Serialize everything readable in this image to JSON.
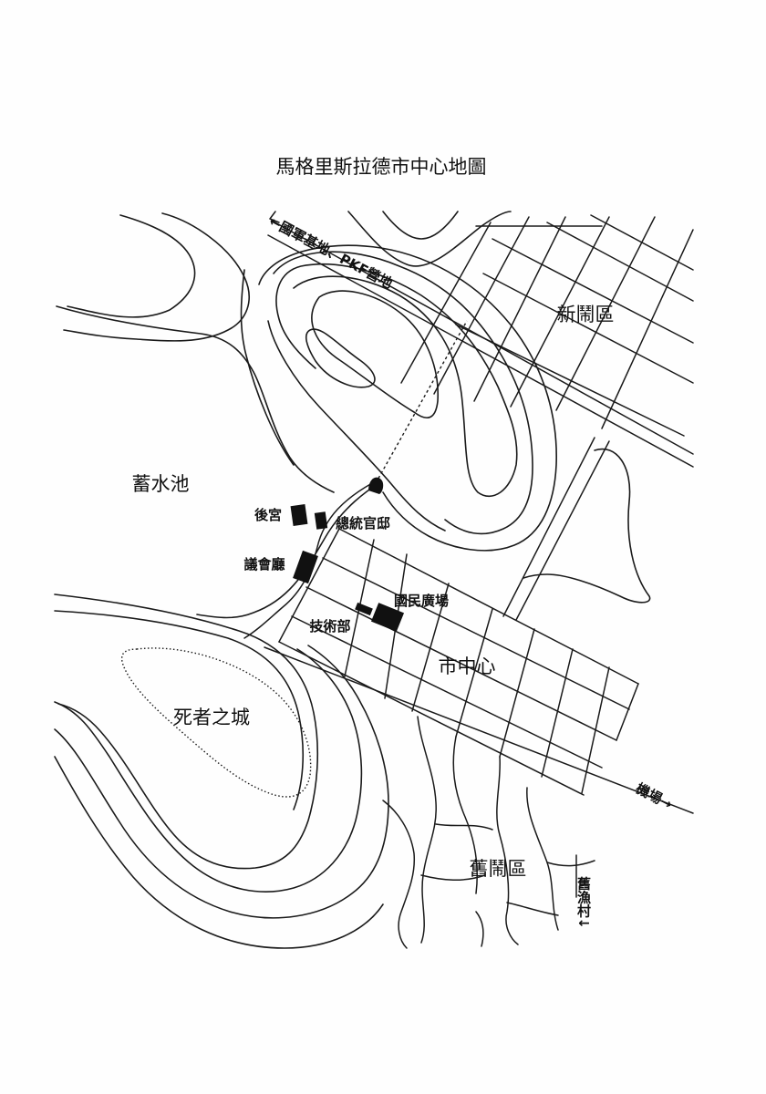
{
  "map": {
    "title": "馬格里斯拉德市中心地圖",
    "areas": {
      "new_district": "新鬧區",
      "reservoir": "蓄水池",
      "city_center": "市中心",
      "necropolis": "死者之城",
      "old_district": "舊鬧區"
    },
    "buildings": {
      "rear_palace": "後宮",
      "presidential_residence": "總統官邸",
      "parliament": "議會廳",
      "national_plaza": "國民廣場",
      "technology_ministry": "技術部"
    },
    "road_directions": {
      "army_base": "←國軍基地、PKF營地",
      "airport": "機場→",
      "fishing_village": "舊漁村↓"
    }
  }
}
